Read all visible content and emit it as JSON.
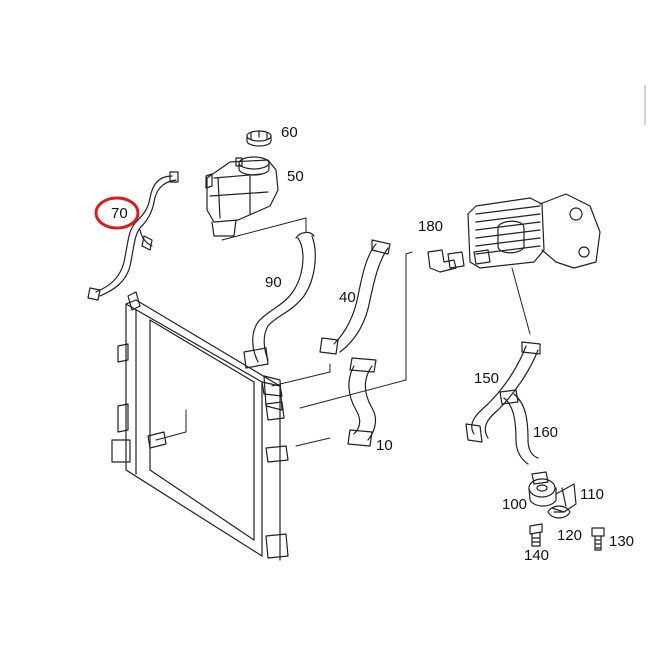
{
  "diagram": {
    "labels": {
      "p60": "60",
      "p50": "50",
      "p70": "70",
      "p90": "90",
      "p40": "40",
      "p180": "180",
      "p150": "150",
      "p160": "160",
      "p10": "10",
      "p100": "100",
      "p110": "110",
      "p120": "120",
      "p130": "130",
      "p140": "140"
    },
    "highlight": {
      "target": "70",
      "color": "#d81f1f"
    },
    "colors": {
      "line": "#222222",
      "background": "#ffffff"
    }
  }
}
